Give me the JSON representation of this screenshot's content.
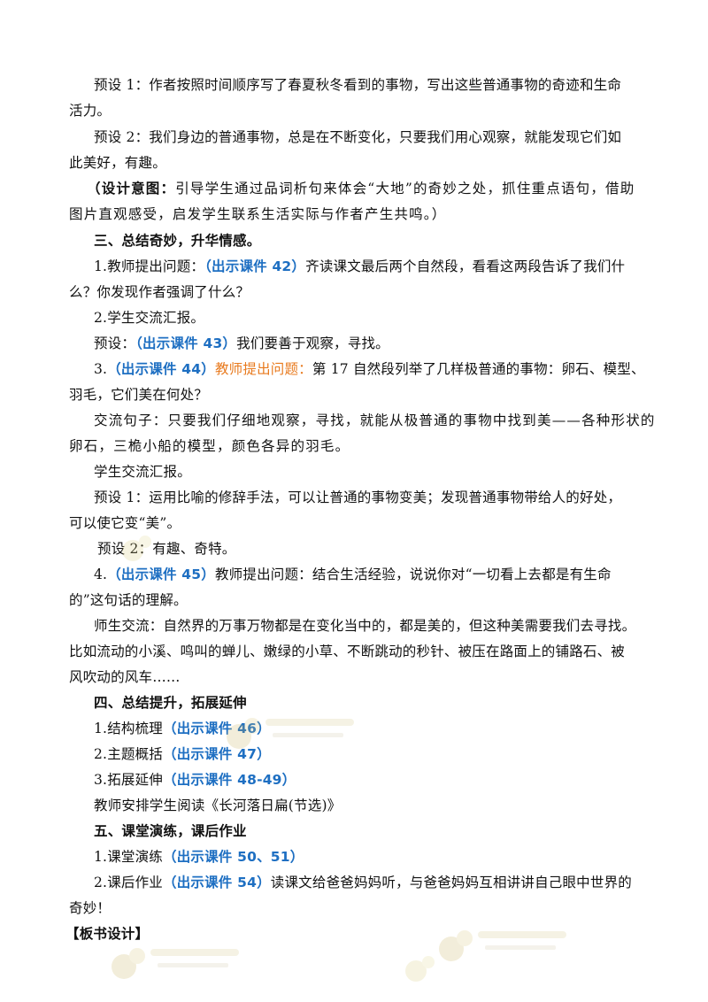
{
  "lines": {
    "l1": "预设 1：作者按照时间顺序写了春夏秋冬看到的事物，写出这些普通事物的奇迹和生命",
    "l2": "活力。",
    "l3": "预设 2：我们身边的普通事物，总是在不断变化，只要我们用心观察，就能发现它们如",
    "l4": "此美好，有趣。",
    "l5_label": "（设计意图：",
    "l5_text": "引导学生通过品词析句来体会“大地”的奇妙之处，抓住重点语句，借助",
    "l6": "图片直观感受，启发学生联系生活实际与作者产生共鸣。）",
    "h3": "三、总结奇妙，升华情感。",
    "l7_a": "1.教师提出问题：",
    "l7_b": "（出示课件 42）",
    "l7_c": "齐读课文最后两个自然段，看看这两段告诉了我们什",
    "l8": "么？你发现作者强调了什么？",
    "l9": "2.学生交流汇报。",
    "l10_a": "预设：",
    "l10_b": "（出示课件 43）",
    "l10_c": "我们要善于观察，寻找。",
    "l11_a": "3.",
    "l11_b": "（出示课件 44）",
    "l11_c": "教师提出问题：",
    "l11_d": "第 17 自然段列举了几样极普通的事物：卵石、模型、",
    "l12": "羽毛，它们美在何处？",
    "l13": "交流句子：只要我们仔细地观察，寻找，就能从极普通的事物中找到美——各种形状的",
    "l14": "卵石，三桅小船的模型，颜色各异的羽毛。",
    "l15": "学生交流汇报。",
    "l16": "预设 1：运用比喻的修辞手法，可以让普通的事物变美；发现普通事物带给人的好处，",
    "l17": "可以使它变“美”。",
    "l18": "预设 2：有趣、奇特。",
    "l19_a": "4.",
    "l19_b": "（出示课件 45）",
    "l19_c": "教师提出问题：结合生活经验，说说你对“一切看上去都是有生命",
    "l20": "的”这句话的理解。",
    "l21": "师生交流：自然界的万事万物都是在变化当中的，都是美的，但这种美需要我们去寻找。",
    "l22": "比如流动的小溪、鸣叫的蝉儿、嫩绿的小草、不断跳动的秒针、被压在路面上的铺路石、被",
    "l23": "风吹动的风车……",
    "h4": "四、总结提升，拓展延伸",
    "l24_a": "1.结构梳理",
    "l24_b": "（出示课件 46）",
    "l25_a": "2.主题概括",
    "l25_b": "（出示课件 47）",
    "l26_a": "3.拓展延伸",
    "l26_b": "（出示课件 48-49）",
    "l27": "教师安排学生阅读《长河落日扁(节选)》",
    "h5": "五、课堂演练，课后作业",
    "l28_a": "1.课堂演练",
    "l28_b": "（出示课件 50、51）",
    "l29_a": "2.课后作业",
    "l29_b": "（出示课件 54）",
    "l29_c": "读课文给爸爸妈妈听，与爸爸妈妈互相讲讲自己眼中世界的",
    "l30": "奇妙！",
    "board": "【板书设计】"
  },
  "colors": {
    "link_blue": "#1e6fc2",
    "accent_orange": "#e87a1e",
    "text": "#111111"
  }
}
